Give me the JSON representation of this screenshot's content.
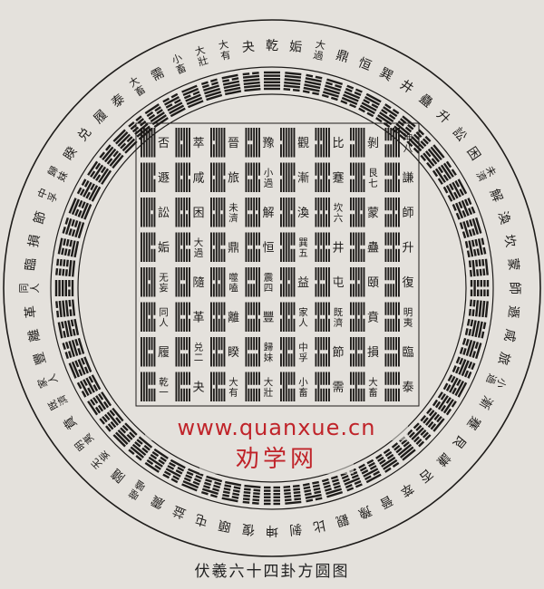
{
  "caption": "伏羲六十四卦方圆图",
  "watermark": {
    "url": "www.quanxue.cn",
    "name": "劝学网"
  },
  "colors": {
    "background": "#e4e1dc",
    "ink": "#1e1c1a",
    "watermark": "#c0242a"
  },
  "square": {
    "rows": [
      [
        "否",
        "萃",
        "晉",
        "豫",
        "觀",
        "比",
        "剝",
        "坤八"
      ],
      [
        "遯",
        "咸",
        "旅",
        "小過",
        "漸",
        "蹇",
        "艮七",
        "謙"
      ],
      [
        "訟",
        "困",
        "未濟",
        "解",
        "渙",
        "坎六",
        "蒙",
        "師"
      ],
      [
        "姤",
        "大過",
        "鼎",
        "恒",
        "巽五",
        "井",
        "蠱",
        "升"
      ],
      [
        "无妄",
        "隨",
        "噬嗑",
        "震四",
        "益",
        "屯",
        "頤",
        "復"
      ],
      [
        "同人",
        "革",
        "離",
        "豐",
        "家人",
        "既濟",
        "賁",
        "明夷"
      ],
      [
        "履",
        "兑二",
        "睽",
        "歸妹",
        "中孚",
        "節",
        "損",
        "臨"
      ],
      [
        "乾一",
        "夬",
        "大有",
        "大壯",
        "小畜",
        "需",
        "大畜",
        "泰"
      ]
    ]
  },
  "circle": {
    "labels": [
      "坤",
      "剝",
      "比",
      "觀",
      "豫",
      "晉",
      "萃",
      "否",
      "謙",
      "艮",
      "蹇",
      "漸",
      "小過",
      "旅",
      "咸",
      "遯",
      "師",
      "蒙",
      "坎",
      "渙",
      "解",
      "未濟",
      "困",
      "訟",
      "升",
      "蠱",
      "井",
      "巽",
      "恒",
      "鼎",
      "大過",
      "姤",
      "復",
      "頤",
      "屯",
      "益",
      "震",
      "噬嗑",
      "隨",
      "无妄",
      "明夷",
      "賁",
      "既濟",
      "家人",
      "豐",
      "離",
      "革",
      "同人",
      "臨",
      "損",
      "節",
      "中孚",
      "歸妹",
      "睽",
      "兑",
      "履",
      "泰",
      "大畜",
      "需",
      "小畜",
      "大壯",
      "大有",
      "夬",
      "乾"
    ]
  }
}
